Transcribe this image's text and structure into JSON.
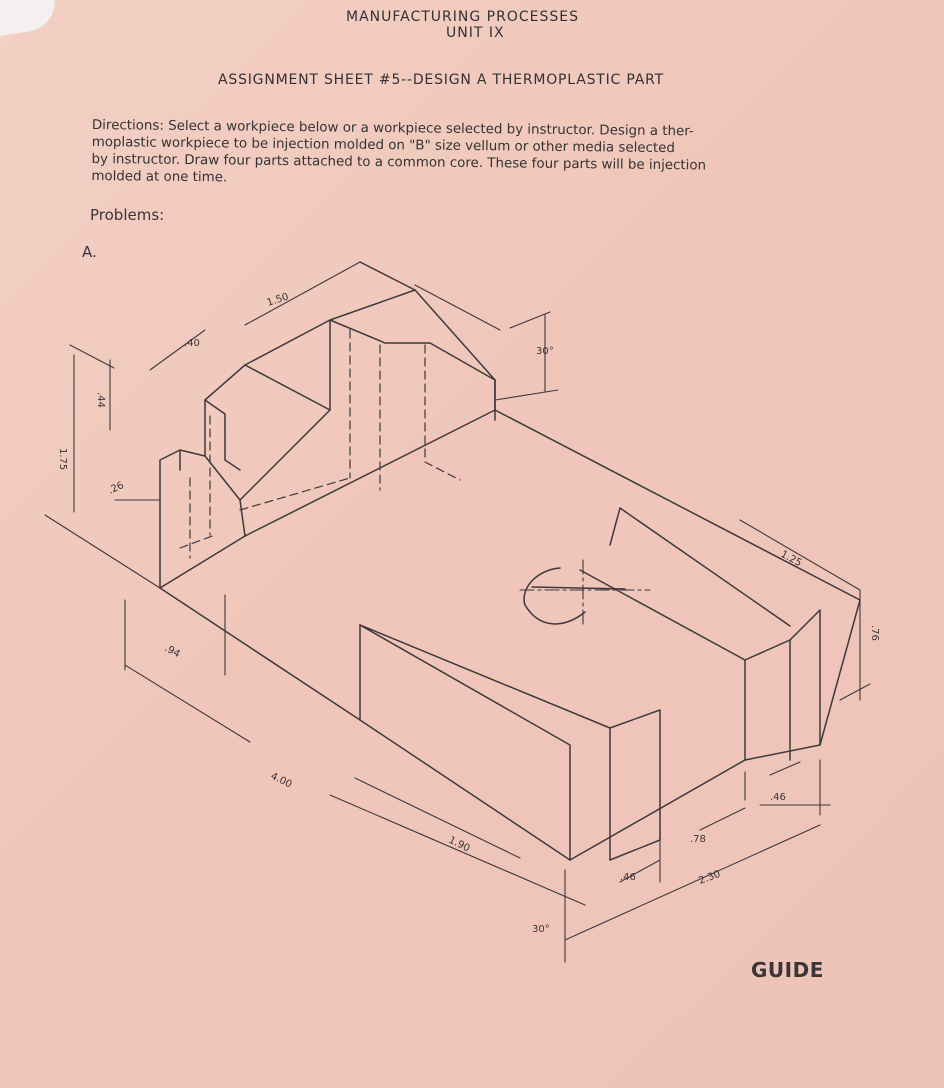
{
  "header": {
    "course": "MANUFACTURING PROCESSES",
    "unit": "UNIT IX",
    "assignment": "ASSIGNMENT SHEET #5--DESIGN A THERMOPLASTIC PART"
  },
  "directions": {
    "line1": "Directions: Select a workpiece below or a workpiece selected by instructor. Design a ther-",
    "line2": "moplastic workpiece to be injection molded on \"B\" size vellum or other media selected",
    "line3": "by instructor. Draw four parts attached to a common core. These four parts will be injection",
    "line4": "molded at one time."
  },
  "problems_label": "Problems:",
  "part_letter": "A.",
  "dimensions": {
    "overall_height": "1.75",
    "step_top": ".44",
    "slot_width": ".26",
    "lip_width": ".40",
    "top_block_length": "1.50",
    "angle_top": "30°",
    "bottom_width": ".94",
    "overall_length": "4.00",
    "arm_length": "1.90",
    "angle_bottom": "30°",
    "arm_end_width": ".46",
    "slot_gap": ".78",
    "overall_width": "2.30",
    "right_arm_width": ".46",
    "right_arm_length": "1.25",
    "right_arm_height": ".76"
  },
  "footer_label": "GUIDE"
}
